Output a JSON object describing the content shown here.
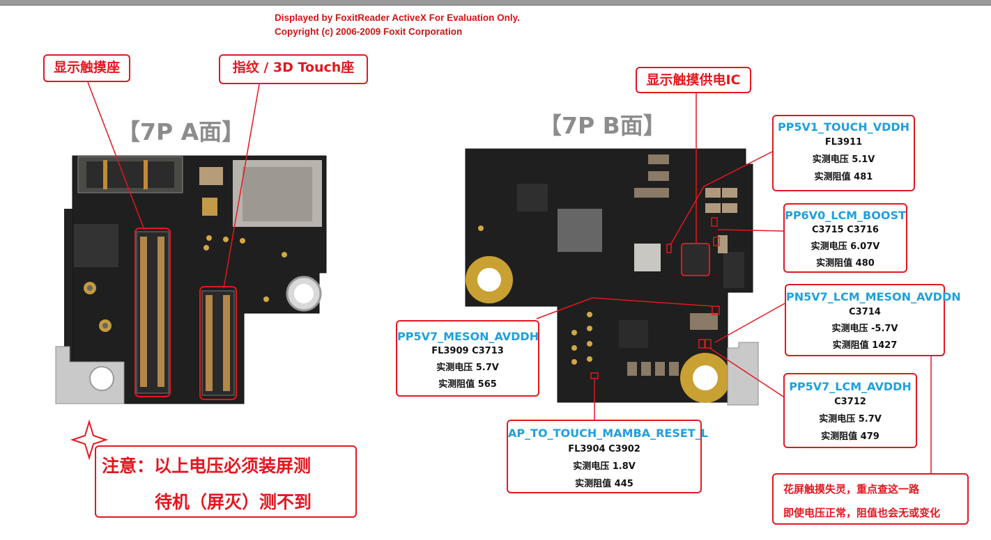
{
  "watermark": {
    "line1": "Displayed by FoxitReader ActiveX For Evaluation Only.",
    "line2": "Copyright (c) 2006-2009 Foxit Corporation"
  },
  "labels": {
    "display_touch_socket": "显示触摸座",
    "fingerprint_socket": "指纹 / 3D Touch座",
    "power_ic": "显示触摸供电IC"
  },
  "faces": {
    "a_side": "【7P A面】",
    "b_side": "【7P B面】"
  },
  "callouts": {
    "pp5v1": {
      "net": "PP5V1_TOUCH_VDDH",
      "parts": "FL3911",
      "voltage": "实测电压  5.1V",
      "resistance": "实测阻值  481"
    },
    "pp6v0": {
      "net": "PP6V0_LCM_BOOST",
      "parts": "C3715    C3716",
      "voltage": "实测电压   6.07V",
      "resistance": "实测阻值   480"
    },
    "pn5v7": {
      "net": "PN5V7_LCM_MESON_AVDDN",
      "parts": "C3714",
      "voltage": "实测电压   -5.7V",
      "resistance": "实测阻值  1427"
    },
    "pp5v7_meson": {
      "net": "PP5V7_MESON_AVDDH",
      "parts": "FL3909    C3713",
      "voltage": "实测电压  5.7V",
      "resistance": "实测阻值  565"
    },
    "pp5v7_lcm": {
      "net": "PP5V7_LCM_AVDDH",
      "parts": "C3712",
      "voltage": "实测电压   5.7V",
      "resistance": "实测阻值  479"
    },
    "reset": {
      "net": "AP_TO_TOUCH_MAMBA_RESET_L",
      "parts": "FL3904    C3902",
      "voltage": "实测电压  1.8V",
      "resistance": "实测阻值  445"
    }
  },
  "notes": {
    "warning_line1": "注意：以上电压必须装屏测",
    "warning_line2": "待机（屏灭）测不到",
    "tip_line1": "花屏触摸失灵，重点查这一路",
    "tip_line2": "即使电压正常，阻值也会无或变化"
  },
  "colors": {
    "accent_red": "#e3171f",
    "net_blue": "#1ea0df",
    "board": "#1d1d1d"
  }
}
